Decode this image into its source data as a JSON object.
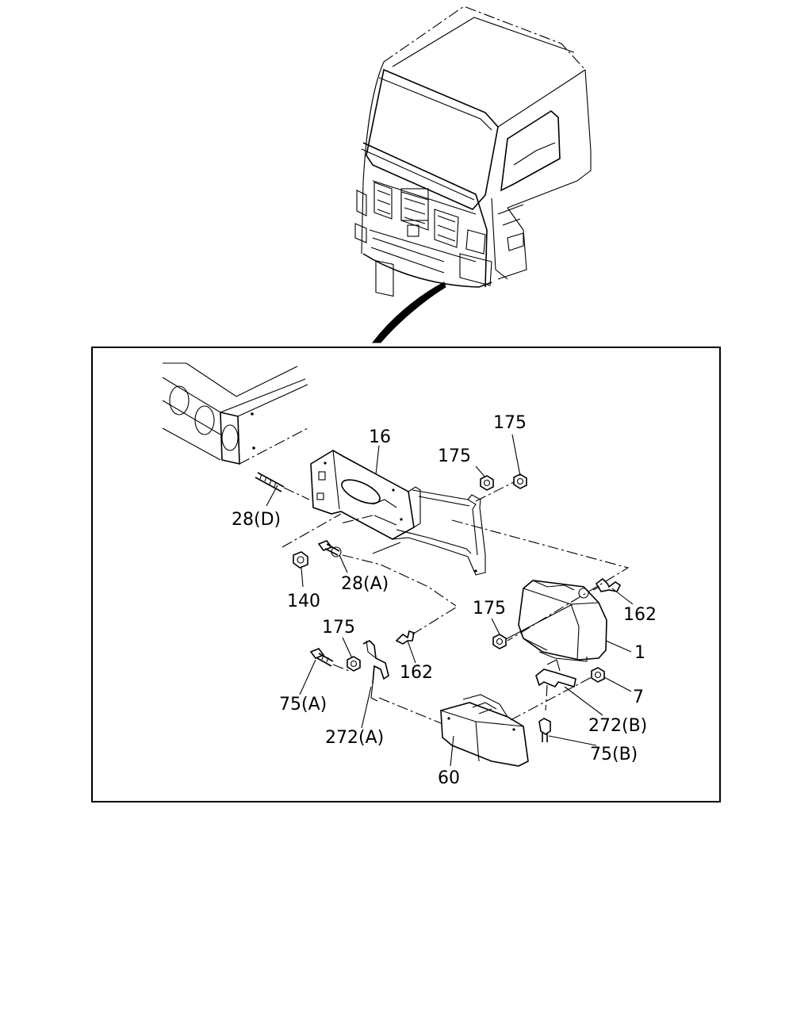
{
  "labels": {
    "l16": "16",
    "l175a": "175",
    "l175b": "175",
    "l28d": "28(D)",
    "l28a": "28(A)",
    "l140": "140",
    "l162a": "162",
    "l175c": "175",
    "l1": "1",
    "l175d": "175",
    "l162b": "162",
    "l75a": "75(A)",
    "l7": "7",
    "l272b": "272(B)",
    "l272a": "272(A)",
    "l75b": "75(B)",
    "l60": "60"
  }
}
